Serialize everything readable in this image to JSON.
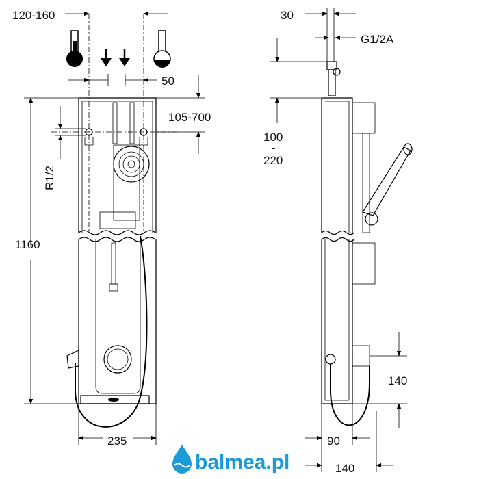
{
  "dimensions": {
    "front": {
      "hot_cold_spacing": "120-160",
      "inlet_offset": "50",
      "inlet_height_range": "105-700",
      "thread": "R1/2",
      "height": "1160",
      "width": "235"
    },
    "side": {
      "connection_width": "30",
      "thread": "G1/2A",
      "inlet_height_top": "100",
      "inlet_height_sep": "-",
      "inlet_height_bottom": "220",
      "hose_height": "140",
      "depth": "90",
      "total_depth": "140"
    }
  },
  "logo": {
    "text": "balmea.pl",
    "color": "#1a9bd7"
  }
}
